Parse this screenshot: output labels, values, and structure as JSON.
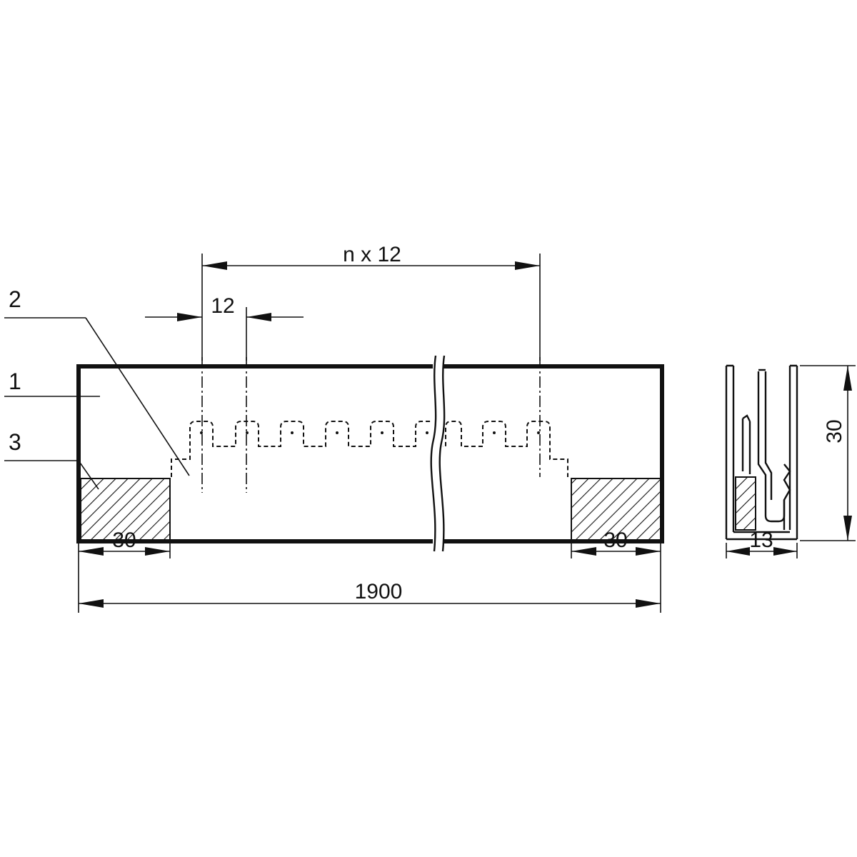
{
  "callouts": {
    "c1": "1",
    "c2": "2",
    "c3": "3"
  },
  "dimensions": {
    "pitch_span": "n x 12",
    "pitch": "12",
    "end_left": "30",
    "end_right": "30",
    "total_length": "1900",
    "side_height": "30",
    "side_width": "13"
  }
}
